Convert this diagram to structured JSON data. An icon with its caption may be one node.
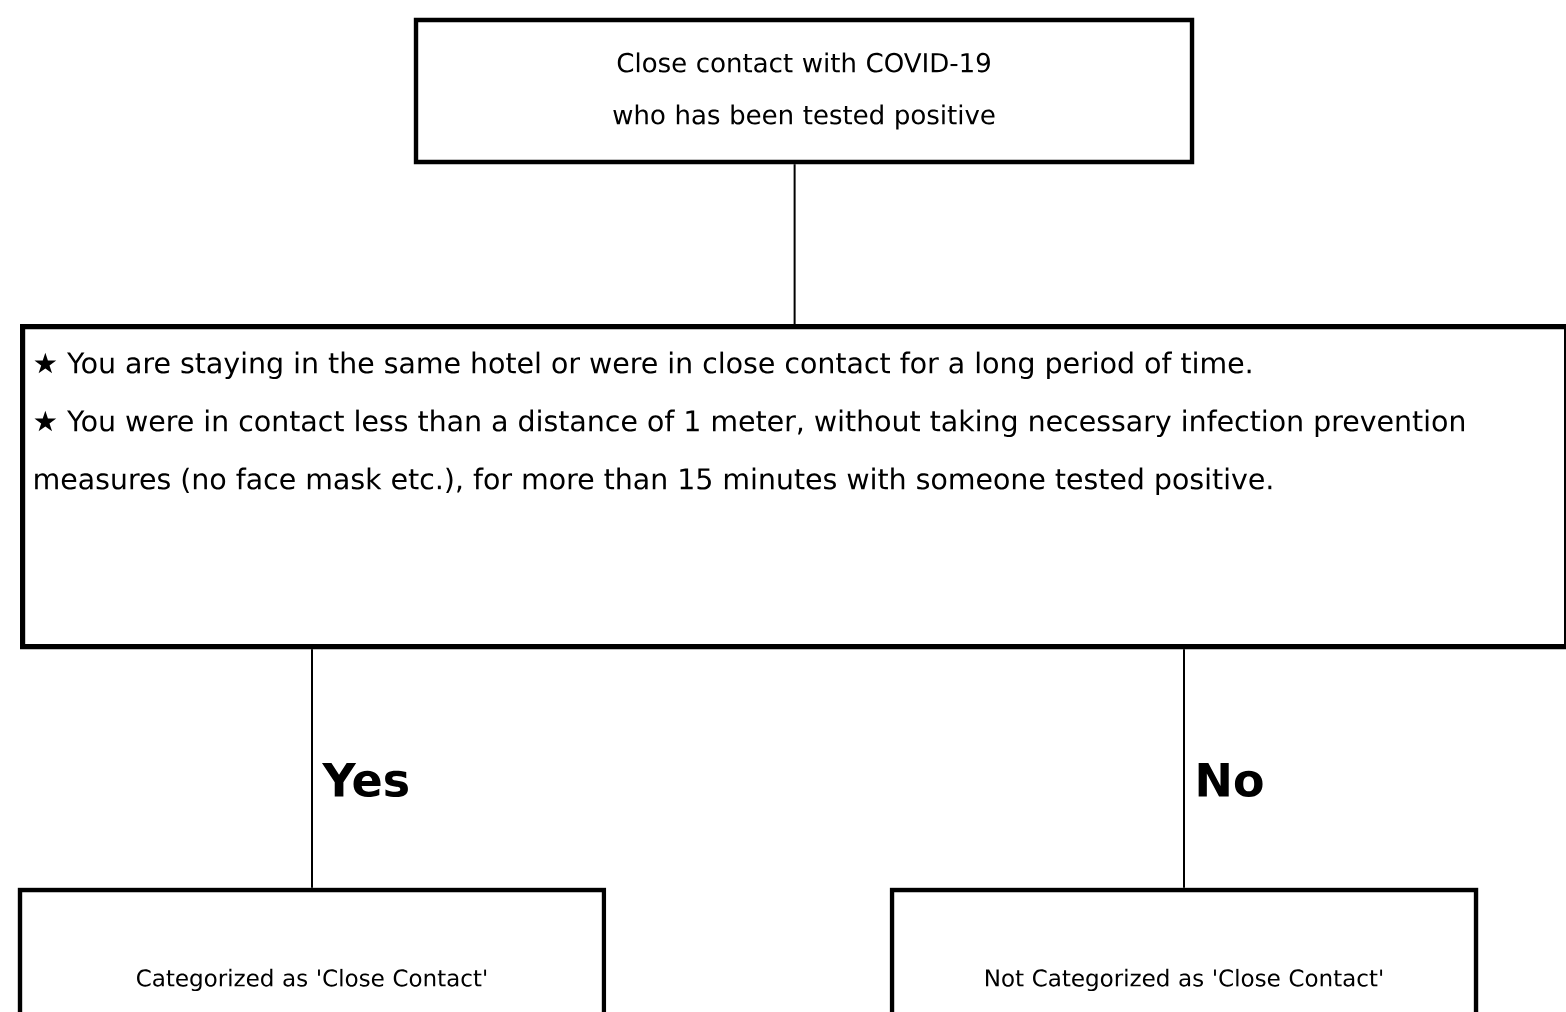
{
  "diagram": {
    "nodes": [
      {
        "text": [
          "Close contact with COVID-19 who has been tested positive"
        ]
      },
      {
        "text": [
          "★ You are staying in the same hotel or were in close contact for a long period of time.",
          "★ You were in contact less than a distance of 1 meter, without taking necessary infection prevention measures (no face mask etc.), for more than 15 minutes with someone tested positive."
        ]
      },
      {
        "text": [
          "Categorized as 'Close Contact'"
        ]
      },
      {
        "text": [
          "Not Categorized as 'Close Contact'"
        ]
      }
    ],
    "edges": [
      {
        "from": 0,
        "to": 1,
        "arrow": "none"
      },
      {
        "from": 1,
        "to": 2,
        "arrow": "none",
        "label": "Yes"
      },
      {
        "from": 1,
        "to": 3,
        "arrow": "none",
        "label": "No"
      }
    ]
  }
}
